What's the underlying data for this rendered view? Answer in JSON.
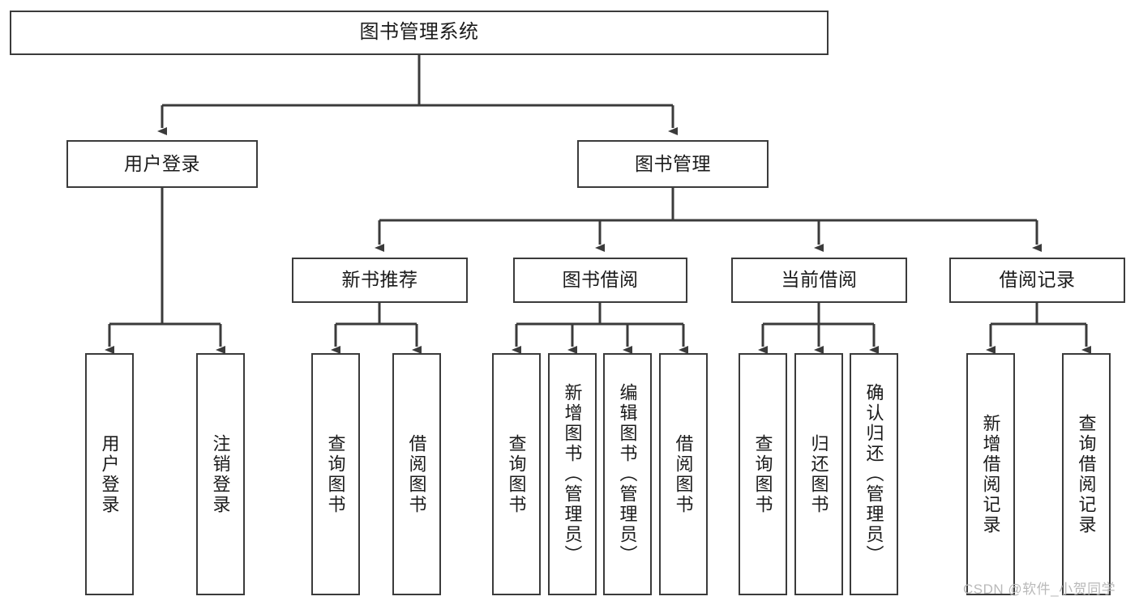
{
  "diagram": {
    "title": "图书管理系统",
    "type": "tree-hierarchy-chart",
    "watermark": "CSDN @软件_小贺同学",
    "colors": {
      "box_border": "#3b3b3b",
      "box_fill": "#ffffff",
      "connector": "#3b3b3b",
      "text": "#1b1b1b",
      "watermark": "#b9b9b9"
    },
    "root": {
      "label": "图书管理系统"
    },
    "level2": [
      {
        "label": "用户登录"
      },
      {
        "label": "图书管理"
      }
    ],
    "level3": [
      {
        "label": "新书推荐"
      },
      {
        "label": "图书借阅"
      },
      {
        "label": "当前借阅"
      },
      {
        "label": "借阅记录"
      }
    ],
    "leaves": {
      "user_login": [
        {
          "label": "用户登录"
        },
        {
          "label": "注销登录"
        }
      ],
      "new_book_recommend": [
        {
          "label": "查询图书"
        },
        {
          "label": "借阅图书"
        }
      ],
      "book_borrow": [
        {
          "label": "查询图书"
        },
        {
          "label": "新增图书（管理员）"
        },
        {
          "label": "编辑图书（管理员）"
        },
        {
          "label": "借阅图书"
        }
      ],
      "current_borrow": [
        {
          "label": "查询图书"
        },
        {
          "label": "归还图书"
        },
        {
          "label": "确认归还（管理员）"
        }
      ],
      "borrow_record": [
        {
          "label": "新增借阅记录"
        },
        {
          "label": "查询借阅记录"
        }
      ]
    }
  }
}
